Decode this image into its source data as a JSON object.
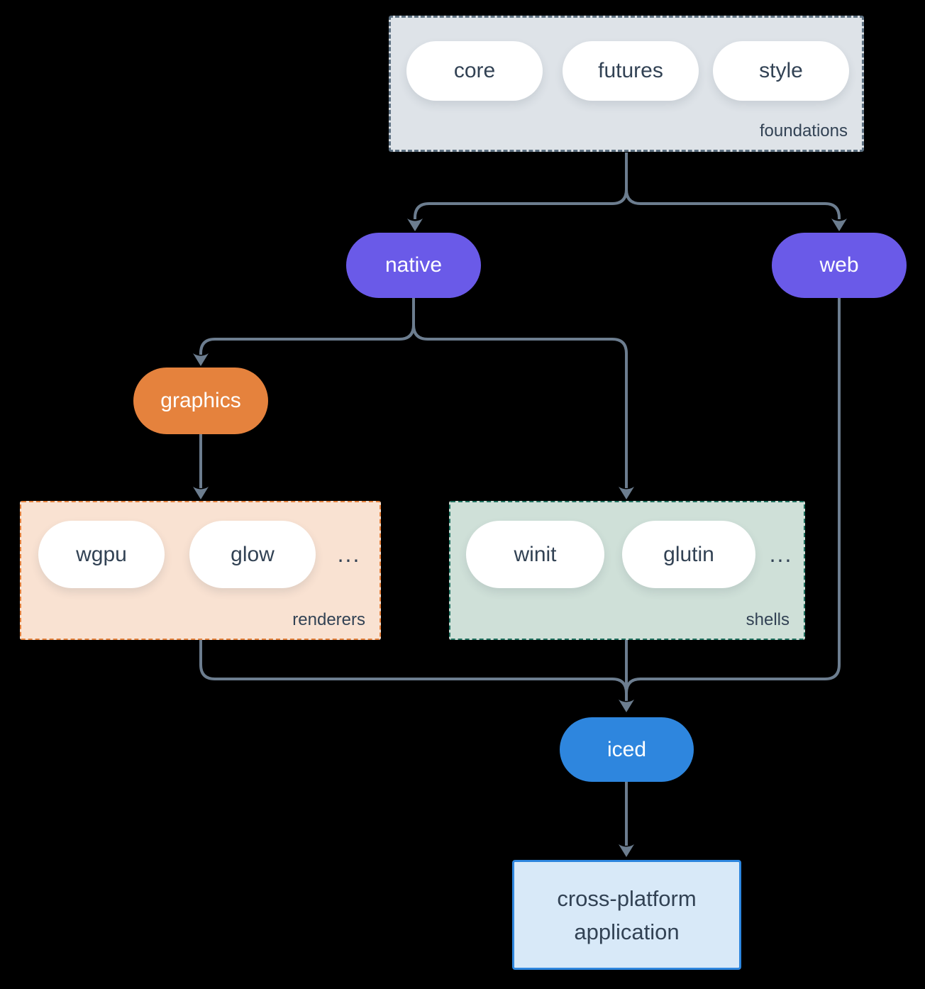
{
  "palette": {
    "background": "#000000",
    "arrow": "#6c7d8f",
    "node_purple": "#6a5ae8",
    "node_orange": "#e5823d",
    "node_blue": "#2e86de",
    "pill_white": "#ffffff",
    "foundations_bg": "#dee3e8",
    "foundations_border": "#5d7081",
    "renderers_bg": "#f9e2d2",
    "renderers_border": "#e5823d",
    "shells_bg": "#cfe0d8",
    "shells_border": "#20715f",
    "application_bg": "#d8e9f8",
    "application_border": "#2e86de",
    "text_dark": "#324254",
    "text_light": "#ffffff"
  },
  "groups": {
    "foundations": {
      "label": "foundations",
      "items": [
        "core",
        "futures",
        "style"
      ]
    },
    "renderers": {
      "label": "renderers",
      "items": [
        "wgpu",
        "glow"
      ],
      "ellipsis": "..."
    },
    "shells": {
      "label": "shells",
      "items": [
        "winit",
        "glutin"
      ],
      "ellipsis": "..."
    }
  },
  "nodes": {
    "native": {
      "label": "native"
    },
    "web": {
      "label": "web"
    },
    "graphics": {
      "label": "graphics"
    },
    "iced": {
      "label": "iced"
    },
    "application": {
      "line1": "cross-platform",
      "line2": "application"
    }
  }
}
